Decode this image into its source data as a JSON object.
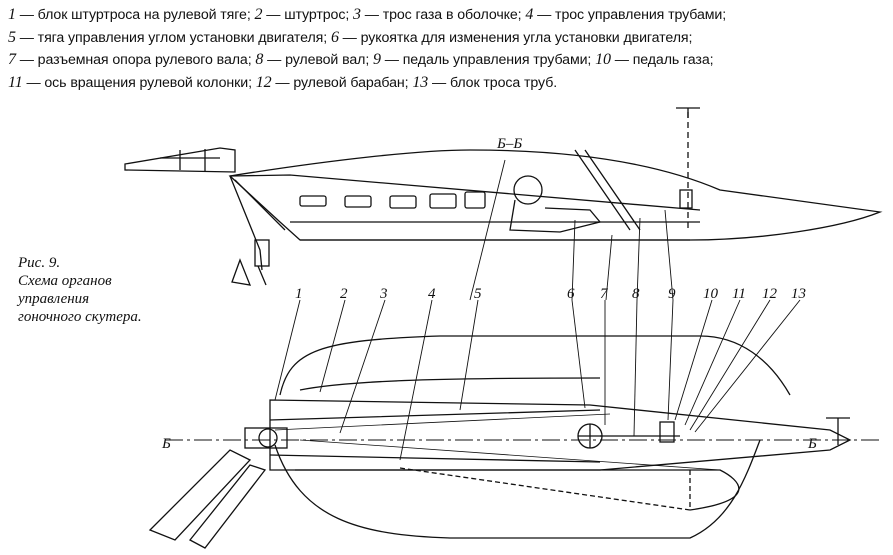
{
  "legend": [
    [
      {
        "n": "1",
        "t": " — блок штуртроса на рулевой тяге; "
      },
      {
        "n": "2",
        "t": " — штуртрос; "
      },
      {
        "n": "3",
        "t": " — трос газа в оболочке; "
      },
      {
        "n": "4",
        "t": " — трос управления трубами;"
      }
    ],
    [
      {
        "n": "5",
        "t": " — тяга управления углом установки двигателя; "
      },
      {
        "n": "6",
        "t": " — рукоятка для изменения угла установки двигателя;"
      }
    ],
    [
      {
        "n": "7",
        "t": " — разъемная опора рулевого вала; "
      },
      {
        "n": "8",
        "t": " — рулевой вал; "
      },
      {
        "n": "9",
        "t": " — педаль управления трубами; "
      },
      {
        "n": "10",
        "t": " — педаль газа;"
      }
    ],
    [
      {
        "n": "11",
        "t": " — ось вращения рулевой колонки; "
      },
      {
        "n": "12",
        "t": " — рулевой барабан; "
      },
      {
        "n": "13",
        "t": " — блок троса труб."
      }
    ]
  ],
  "caption": {
    "line1": "Рис. 9.",
    "line2": "Схема органов",
    "line3": "управления",
    "line4": "гоночного скутера."
  },
  "section_label": "Б–Б",
  "section_left": "Б",
  "section_right": "Б",
  "callouts": [
    "1",
    "2",
    "3",
    "4",
    "5",
    "6",
    "7",
    "8",
    "9",
    "10",
    "11",
    "12",
    "13"
  ]
}
